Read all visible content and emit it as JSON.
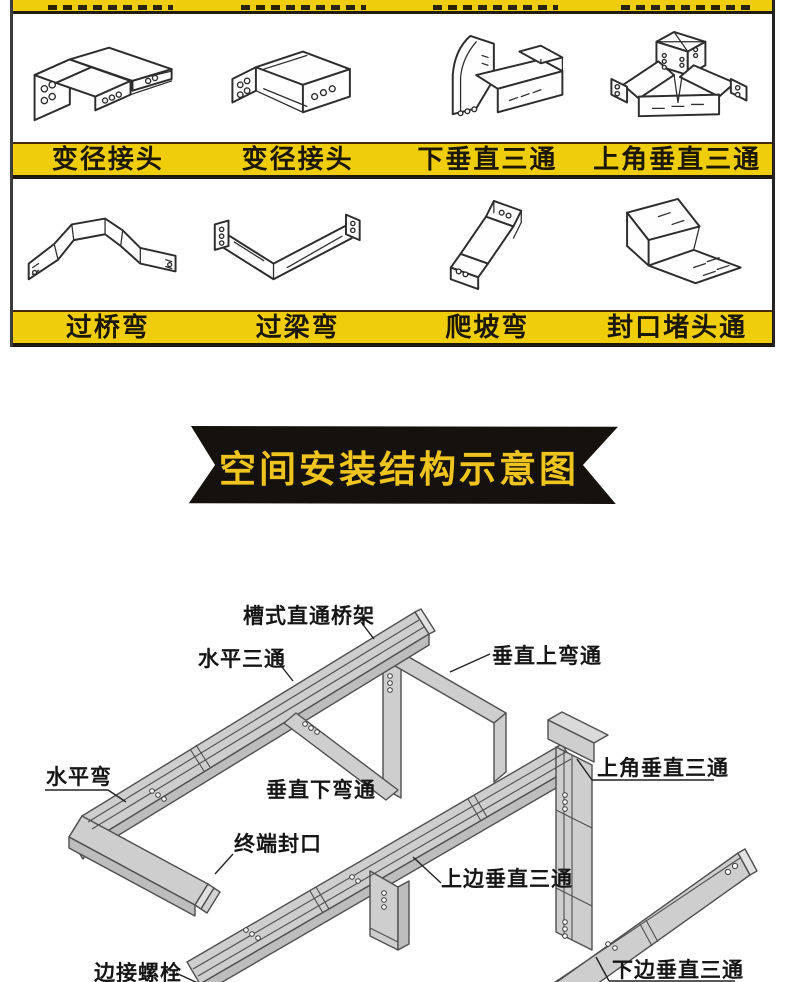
{
  "colors": {
    "bar_yellow": "#f0cd0a",
    "label_text": "#1c1800",
    "banner_bg": "#15120e",
    "banner_text": "#f0c41e",
    "tray_fill": "#cecece",
    "tray_side": "#bdbdbd",
    "outline": "#4f4f4f"
  },
  "catalog": {
    "rows": [
      {
        "labels": [
          "变径接头",
          "变径接头",
          "下垂直三通",
          "上角垂直三通"
        ]
      },
      {
        "labels": [
          "过桥弯",
          "过梁弯",
          "爬坡弯",
          "封口堵头通"
        ]
      }
    ]
  },
  "banner": {
    "title": "空间安装结构示意图"
  },
  "diagram": {
    "labels": [
      {
        "id": "trunking-straight",
        "text": "槽式直通桥架"
      },
      {
        "id": "horizontal-tee",
        "text": "水平三通"
      },
      {
        "id": "vertical-up-bend",
        "text": "垂直上弯通"
      },
      {
        "id": "horizontal-bend",
        "text": "水平弯"
      },
      {
        "id": "vertical-down-bend",
        "text": "垂直下弯通"
      },
      {
        "id": "top-corner-vertical-tee",
        "text": "上角垂直三通"
      },
      {
        "id": "terminal-end-cap",
        "text": "终端封口"
      },
      {
        "id": "top-side-vertical-tee",
        "text": "上边垂直三通"
      },
      {
        "id": "joint-bolt",
        "text": "边接螺栓"
      },
      {
        "id": "bottom-side-vertical-tee",
        "text": "下边垂直三通"
      }
    ]
  }
}
